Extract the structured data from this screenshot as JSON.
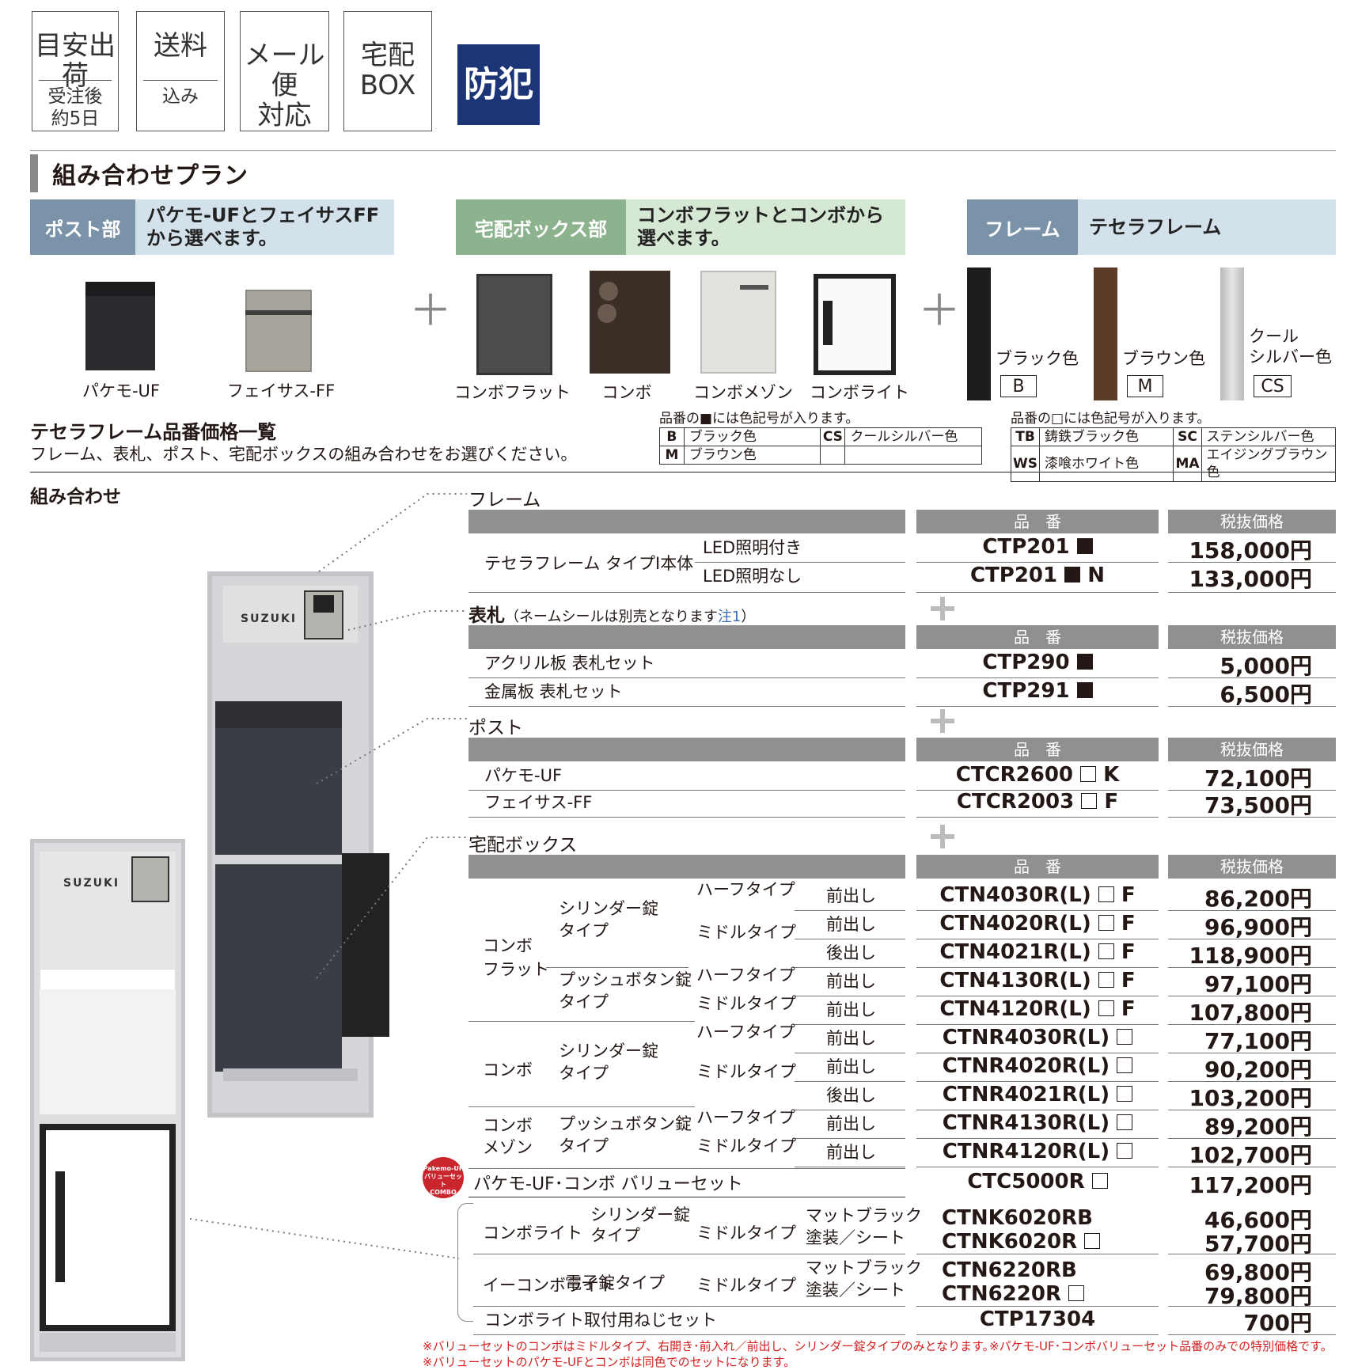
{
  "tags": [
    {
      "top": "目安出荷",
      "bottom": "受注後\n約5日"
    },
    {
      "top": "送料",
      "bottom": "込み"
    },
    {
      "top": "メール便\n対応",
      "bottom": ""
    },
    {
      "top": "宅配\nBOX",
      "bottom": ""
    },
    {
      "top": "防犯",
      "bottom": ""
    }
  ],
  "section_title": "組み合わせプラン",
  "bands": [
    {
      "label": "ポスト部",
      "desc": "パケモ-UFとフェイサスFF\nから選べます。"
    },
    {
      "label": "宅配ボックス部",
      "desc": "コンボフラットとコンボから\n選べます。"
    },
    {
      "label": "フレーム",
      "desc": "テセラフレーム"
    }
  ],
  "products": {
    "post": [
      "パケモ-UF",
      "フェイサス-FF"
    ],
    "box": [
      "コンボフラット",
      "コンボ",
      "コンボメゾン",
      "コンボライト"
    ],
    "frames": [
      {
        "name": "ブラック色",
        "code": "B",
        "color": "#1d1d1d"
      },
      {
        "name": "ブラウン色",
        "code": "M",
        "color": "#5c3b28"
      },
      {
        "name": "クール\nシルバー色",
        "code": "CS",
        "color": "#c9cacc"
      }
    ]
  },
  "list_title": "テセラフレーム品番価格一覧",
  "list_subtitle": "フレーム、表札、ポスト、宅配ボックスの組み合わせをお選びください。",
  "key1": {
    "note": "品番の■には色記号が入ります。",
    "rows": [
      [
        "B",
        "ブラック色",
        "CS",
        "クールシルバー色"
      ],
      [
        "M",
        "ブラウン色",
        "",
        ""
      ]
    ]
  },
  "key2": {
    "note": "品番の□には色記号が入ります。",
    "rows": [
      [
        "TB",
        "鋳鉄ブラック色",
        "SC",
        "ステンシルバー色"
      ],
      [
        "WS",
        "漆喰ホワイト色",
        "MA",
        "エイジングブラウン色"
      ]
    ]
  },
  "combo_label": "組み合わせ",
  "nameplate_text": "SUZUKI",
  "badge": [
    "Pakemo-UF",
    "バリューセット",
    "COMBO"
  ],
  "headers": {
    "code": "品　番",
    "price": "税抜価格"
  },
  "frame": {
    "title": "フレーム",
    "name": "テセラフレーム タイプⅠ本体",
    "rows": [
      {
        "sub": "LED照明付き",
        "code": "CTP201",
        "mark": "f",
        "suffix": "",
        "price": "158,000円"
      },
      {
        "sub": "LED照明なし",
        "code": "CTP201",
        "mark": "f",
        "suffix": "N",
        "price": "133,000円"
      }
    ]
  },
  "nameplate": {
    "title": "表札",
    "title_note": "（ネームシールは別売となります",
    "note_ref": "注1",
    "close": "）",
    "rows": [
      {
        "name": "アクリル板 表札セット",
        "code": "CTP290",
        "mark": "f",
        "suffix": "",
        "price": "5,000円"
      },
      {
        "name": "金属板 表札セット",
        "code": "CTP291",
        "mark": "f",
        "suffix": "",
        "price": "6,500円"
      }
    ]
  },
  "post": {
    "title": "ポスト",
    "rows": [
      {
        "name": "パケモ-UF",
        "code": "CTCR2600",
        "mark": "o",
        "suffix": "K",
        "price": "72,100円"
      },
      {
        "name": "フェイサス-FF",
        "code": "CTCR2003",
        "mark": "o",
        "suffix": "F",
        "price": "73,500円"
      }
    ]
  },
  "box": {
    "title": "宅配ボックス",
    "groups": [
      "コンボ\nフラット",
      "コンボ",
      "コンボ\nメゾン"
    ],
    "locks": [
      "シリンダー錠\nタイプ",
      "プッシュボタン錠\nタイプ",
      "シリンダー錠\nタイプ",
      "プッシュボタン錠\nタイプ"
    ],
    "rows": [
      {
        "type": "ハーフタイプ",
        "dir": "前出し",
        "code": "CTN4030R(L)",
        "mark": "o",
        "suffix": "F",
        "price": "86,200円"
      },
      {
        "type": "ミドルタイプ",
        "dir": "前出し",
        "code": "CTN4020R(L)",
        "mark": "o",
        "suffix": "F",
        "price": "96,900円"
      },
      {
        "type": "",
        "dir": "後出し",
        "code": "CTN4021R(L)",
        "mark": "o",
        "suffix": "F",
        "price": "118,900円"
      },
      {
        "type": "ハーフタイプ",
        "dir": "前出し",
        "code": "CTN4130R(L)",
        "mark": "o",
        "suffix": "F",
        "price": "97,100円"
      },
      {
        "type": "ミドルタイプ",
        "dir": "前出し",
        "code": "CTN4120R(L)",
        "mark": "o",
        "suffix": "F",
        "price": "107,800円"
      },
      {
        "type": "ハーフタイプ",
        "dir": "前出し",
        "code": "CTNR4030R(L)",
        "mark": "o",
        "suffix": "",
        "price": "77,100円"
      },
      {
        "type": "ミドルタイプ",
        "dir": "前出し",
        "code": "CTNR4020R(L)",
        "mark": "o",
        "suffix": "",
        "price": "90,200円"
      },
      {
        "type": "",
        "dir": "後出し",
        "code": "CTNR4021R(L)",
        "mark": "o",
        "suffix": "",
        "price": "103,200円"
      },
      {
        "type": "ハーフタイプ",
        "dir": "前出し",
        "code": "CTNR4130R(L)",
        "mark": "o",
        "suffix": "",
        "price": "89,200円"
      },
      {
        "type": "ミドルタイプ",
        "dir": "前出し",
        "code": "CTNR4120R(L)",
        "mark": "o",
        "suffix": "",
        "price": "102,700円"
      }
    ],
    "value_set": {
      "name": "パケモ-UF･コンボ バリューセット",
      "code": "CTC5000R",
      "mark": "o",
      "price": "117,200円"
    },
    "lite": [
      {
        "name": "コンボライト",
        "lock": "シリンダー錠\nタイプ",
        "type": "ミドルタイプ",
        "finish": "マットブラック\n塗装／シート",
        "codes": [
          "CTNK6020RB",
          "CTNK6020R"
        ],
        "marks": [
          "",
          "o"
        ],
        "prices": [
          "46,600円",
          "57,700円"
        ]
      },
      {
        "name": "イーコンボライト",
        "lock": "電子錠タイプ",
        "type": "ミドルタイプ",
        "finish": "マットブラック\n塗装／シート",
        "codes": [
          "CTN6220RB",
          "CTN6220R"
        ],
        "marks": [
          "",
          "o"
        ],
        "prices": [
          "69,800円",
          "79,800円"
        ]
      }
    ],
    "screw": {
      "name": "コンボライト取付用ねじセット",
      "code": "CTP17304",
      "price": "700円"
    }
  },
  "footnotes": [
    "※バリューセットのコンボはミドルタイプ、右開き･前入れ／前出し、シリンダー錠タイプのみとなります。",
    "※パケモ-UF･コンボバリューセット品番のみでの特別価格です。",
    "※バリューセットのパケモ-UFとコンボは同色でのセットになります。"
  ],
  "colors": {
    "navy": "#1b3577",
    "blue_gray": "#7b93a8",
    "light_blue": "#d2e1ea",
    "green": "#8cb38e",
    "light_green": "#d5e8d4",
    "gray": "#909090",
    "red": "#d42020"
  }
}
